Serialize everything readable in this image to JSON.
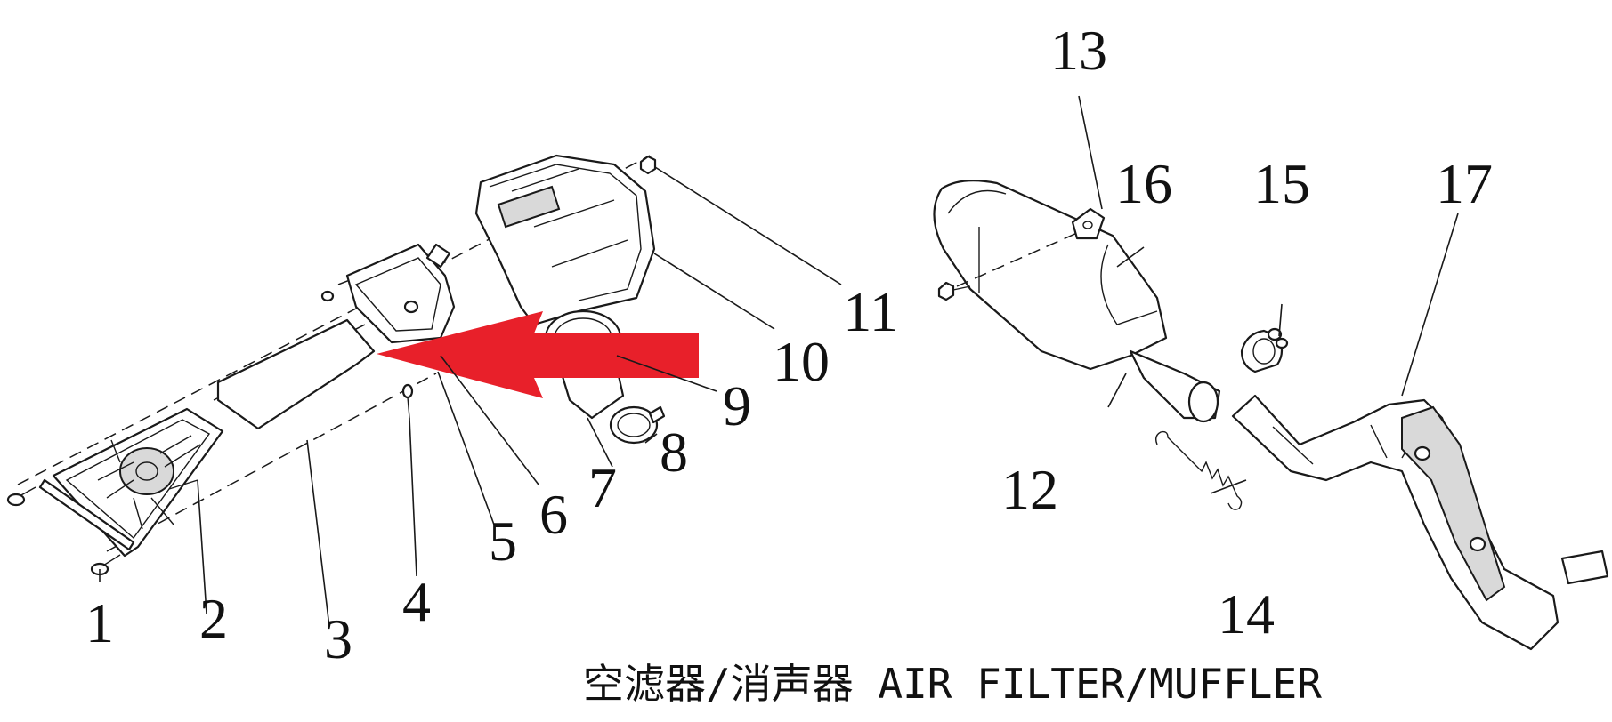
{
  "caption": "空滤器/消声器 AIR FILTER/MUFFLER",
  "callouts": {
    "c1": "1",
    "c2": "2",
    "c3": "3",
    "c4": "4",
    "c5": "5",
    "c6": "6",
    "c7": "7",
    "c8": "8",
    "c9": "9",
    "c10": "10",
    "c11": "11",
    "c12": "12",
    "c13": "13",
    "c14": "14",
    "c15": "15",
    "c16": "16",
    "c17": "17"
  },
  "colors": {
    "arrow": "#e8202a",
    "line": "#1a1a1a"
  }
}
